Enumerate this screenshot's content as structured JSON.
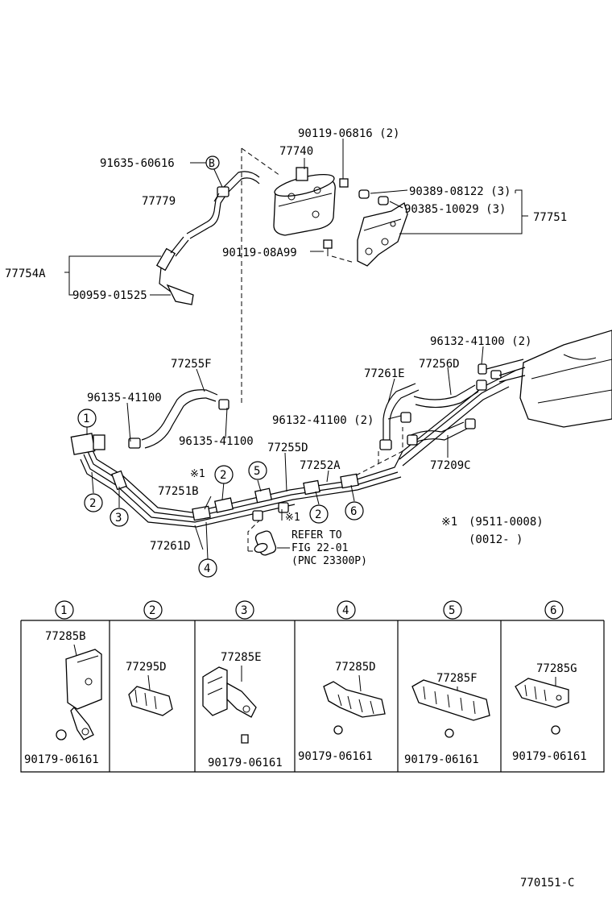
{
  "diagram": {
    "labels": {
      "p90119_06816": "90119-06816 (2)",
      "p77740": "77740",
      "p91635_60616": "91635-60616",
      "markB": "B",
      "p90389_08122": "90389-08122 (3)",
      "p77779": "77779",
      "p90385_10029": "90385-10029 (3)",
      "p77751": "77751",
      "p90119_08A99": "90119-08A99",
      "p77754A": "77754A",
      "p90959_01525": "90959-01525",
      "p96132_41100_2a": "96132-41100 (2)",
      "p77255F": "77255F",
      "p77261E": "77261E",
      "p77256D": "77256D",
      "p96135_41100a": "96135-41100",
      "p96135_41100b": "96135-41100",
      "p96132_41100_2b": "96132-41100 (2)",
      "p77255D": "77255D",
      "p77252A": "77252A",
      "p77209C": "77209C",
      "note1": "※1",
      "p77251B": "77251B",
      "note1b": "※1",
      "p77261D": "77261D",
      "refer1": "REFER TO",
      "refer2": "FIG 22-01",
      "refer3": "(PNC 23300P)",
      "notesym": "※1",
      "noteRange1": "(9511-0008)",
      "noteRange2": "(0012-       )",
      "figcode": "770151-C"
    },
    "callouts": [
      "1",
      "2",
      "3",
      "4",
      "5",
      "6"
    ],
    "boxes": [
      {
        "num": "1",
        "part": "77285B",
        "bolt": "90179-06161"
      },
      {
        "num": "2",
        "part": "77295D",
        "bolt": ""
      },
      {
        "num": "3",
        "part": "77285E",
        "bolt": "90179-06161"
      },
      {
        "num": "4",
        "part": "77285D",
        "bolt": "90179-06161"
      },
      {
        "num": "5",
        "part": "77285F",
        "bolt": "90179-06161"
      },
      {
        "num": "6",
        "part": "77285G",
        "bolt": "90179-06161"
      }
    ]
  }
}
